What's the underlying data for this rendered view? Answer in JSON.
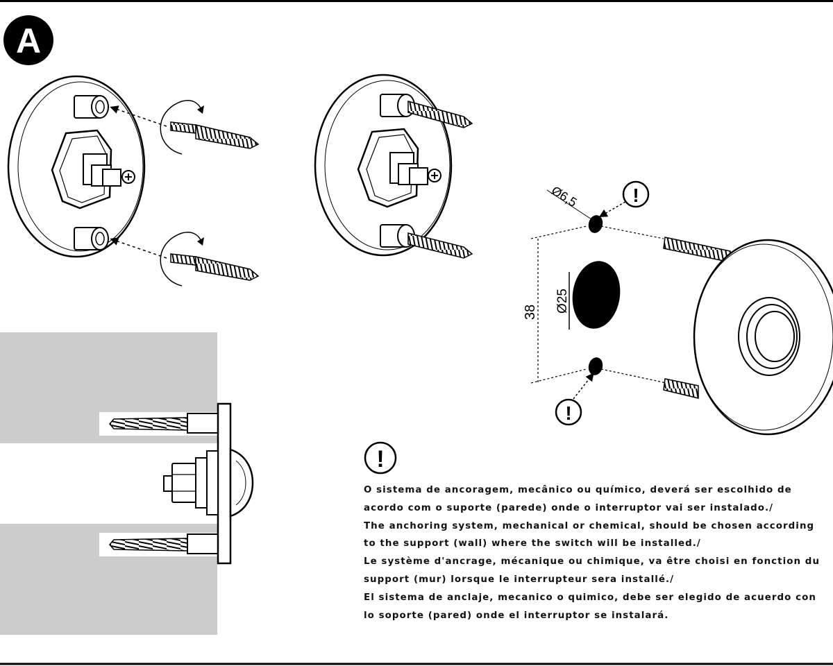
{
  "step_badge": "A",
  "warning_glyph": "!",
  "icons": [
    "warning-icon",
    "arrow-rotate-icon",
    "screw-icon",
    "switch-icon"
  ],
  "colors": {
    "ink": "#000000",
    "wall_gray": "#cccccc",
    "background": "#ffffff"
  },
  "dimensions": {
    "hole_small": "Ø6,5",
    "hole_large": "Ø25",
    "spacing": "38"
  },
  "instructions": [
    "O sistema de ancoragem, mecânico ou químico, deverá ser escolhido de acordo com o suporte (parede) onde o interruptor vai ser instalado./",
    "The anchoring system, mechanical or chemical, should be chosen according to the support (wall) where the switch will be installed./",
    "Le système d'ancrage, mécanique ou chimique, va être choisi en fonction du support (mur) lorsque le interrupteur sera installé./",
    "El sistema de anclaje, mecanico o quimico, debe ser elegido de acuerdo con lo soporte (pared) onde el interruptor se instalará."
  ]
}
